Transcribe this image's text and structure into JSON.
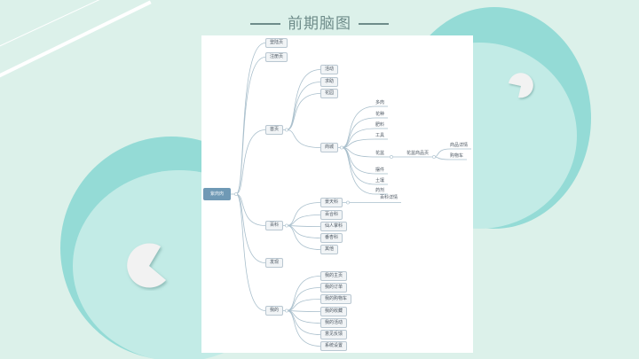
{
  "slide": {
    "title": "前期脑图",
    "colors": {
      "background": "#dcf1ea",
      "circle_outer": "#94dbd6",
      "circle_inner": "#c2ebe6",
      "root_node": "#6f99b5",
      "connector": "#a9bfcc"
    }
  },
  "mindmap": {
    "root": "紫肉肉",
    "branches": [
      {
        "label": "登陆页",
        "children": []
      },
      {
        "label": "注册页",
        "children": []
      },
      {
        "label": "首页",
        "children": [
          {
            "label": "活动"
          },
          {
            "label": "求助"
          },
          {
            "label": "花园"
          },
          {
            "label": "商城",
            "children": [
              {
                "label": "多肉"
              },
              {
                "label": "花种"
              },
              {
                "label": "肥料"
              },
              {
                "label": "工具"
              },
              {
                "label": "花盆",
                "children": [
                  {
                    "label": "花盆商品页",
                    "children": [
                      {
                        "label": "商品详情"
                      },
                      {
                        "label": "购物车"
                      }
                    ]
                  }
                ]
              },
              {
                "label": "摆件"
              },
              {
                "label": "土壤"
              },
              {
                "label": "药剂"
              }
            ]
          }
        ]
      },
      {
        "label": "百科",
        "children": [
          {
            "label": "景天科",
            "children": [
              {
                "label": "百科详情"
              }
            ]
          },
          {
            "label": "百合科"
          },
          {
            "label": "仙人掌科"
          },
          {
            "label": "番杏科"
          },
          {
            "label": "其他"
          }
        ]
      },
      {
        "label": "发现",
        "children": []
      },
      {
        "label": "我的",
        "children": [
          {
            "label": "我的主页"
          },
          {
            "label": "我的订单"
          },
          {
            "label": "我的购物车"
          },
          {
            "label": "我的收藏"
          },
          {
            "label": "我的活动"
          },
          {
            "label": "意见反馈"
          },
          {
            "label": "系统设置"
          }
        ]
      }
    ]
  }
}
